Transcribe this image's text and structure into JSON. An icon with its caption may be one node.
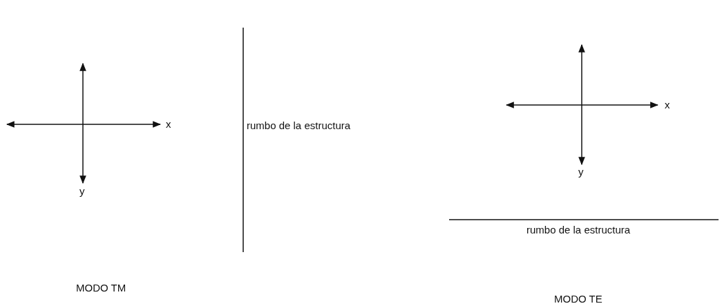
{
  "diagram": {
    "labels": [
      "x",
      "y",
      "rumbo de la estructura",
      "MODO TM",
      "x",
      "y",
      "rumbo de la estructura",
      "MODO TE"
    ]
  }
}
